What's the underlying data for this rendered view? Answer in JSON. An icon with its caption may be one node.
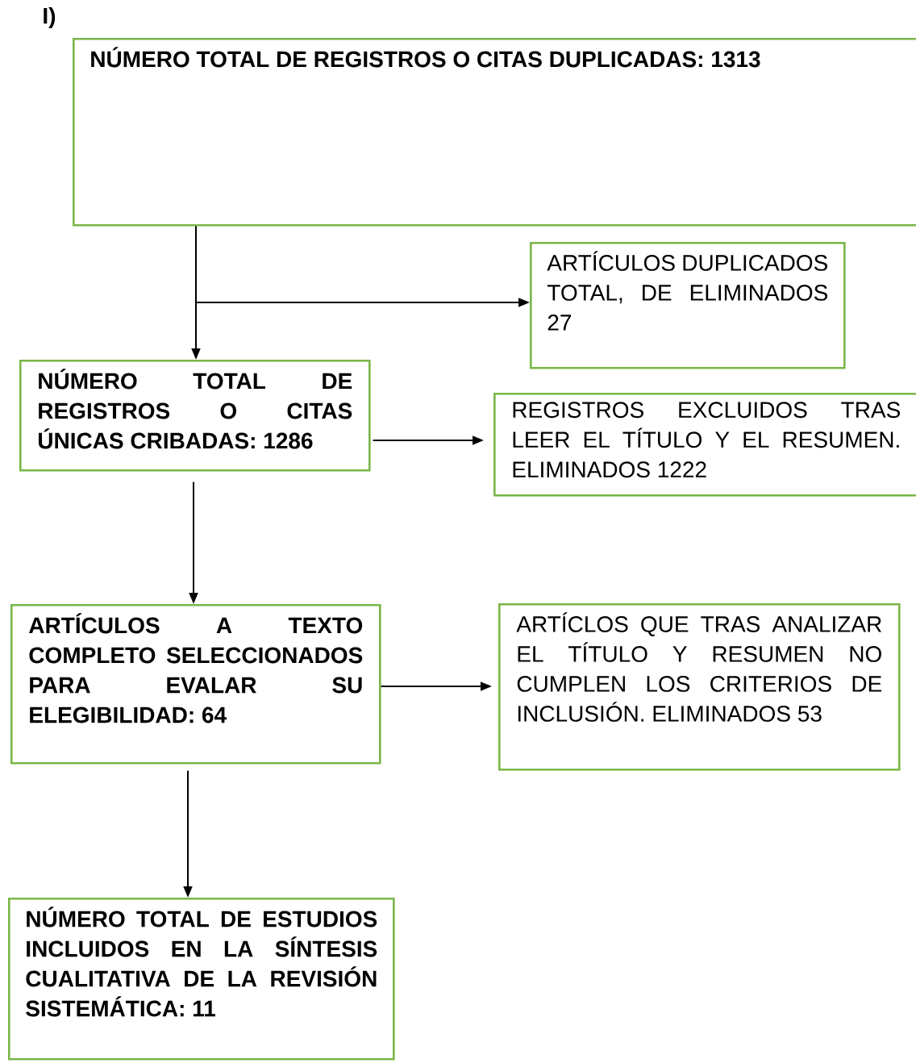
{
  "diagram": {
    "nodes": [
      {
        "text": [
          "NÚMERO TOTAL DE REGISTROS O CITAS DUPLICADAS: 1313"
        ]
      },
      {
        "text": [
          "ARTÍCULOS DUPLICADOS TOTAL, DE ELIMINADOS 27"
        ]
      },
      {
        "text": [
          "NÚMERO TOTAL DE REGISTROS O CITAS ÚNICAS CRIBADAS: 1286"
        ]
      },
      {
        "text": [
          "REGISTROS EXCLUIDOS TRAS LEER EL TÍTULO Y EL RESUMEN. ELIMINADOS 1222"
        ]
      },
      {
        "text": [
          "ARTÍCULOS A TEXTO COMPLETO SELECCIONADOS PARA EVALAR SU ELEGIBILIDAD: 64"
        ]
      },
      {
        "text": [
          "ARTÍCLOS QUE TRAS ANALIZAR EL TÍTULO Y RESUMEN NO CUMPLEN LOS CRITERIOS DE INCLUSIÓN. ELIMINADOS 53"
        ]
      },
      {
        "text": [
          "NÚMERO TOTAL DE ESTUDIOS INCLUIDOS EN LA SÍNTESIS CUALITATIVA DE LA REVISIÓN SISTEMÁTICA: 11"
        ]
      }
    ],
    "edges": [
      {
        "from": 0,
        "to": 2,
        "arrow": "to"
      },
      {
        "from": 0,
        "to": 1,
        "arrow": "to"
      },
      {
        "from": 2,
        "to": 3,
        "arrow": "to"
      },
      {
        "from": 2,
        "to": 4,
        "arrow": "to"
      },
      {
        "from": 4,
        "to": 5,
        "arrow": "to"
      },
      {
        "from": 4,
        "to": 6,
        "arrow": "to"
      }
    ],
    "labels": [
      "I)"
    ]
  }
}
